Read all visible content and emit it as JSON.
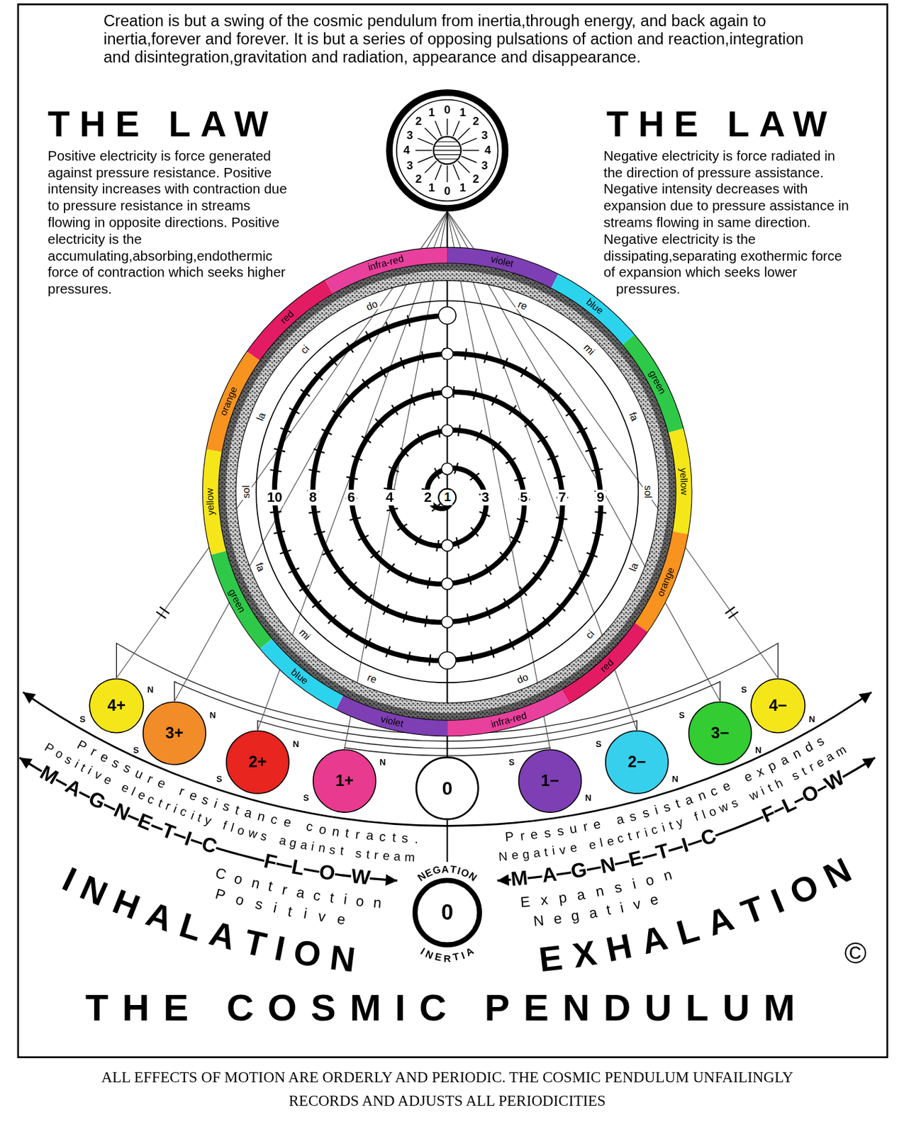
{
  "diagram": {
    "title": "THE COSMIC PENDULUM",
    "caption": "ALL EFFECTS OF MOTION ARE ORDERLY AND PERIODIC. THE COSMIC PENDULUM UNFAILINGLY RECORDS AND ADJUSTS ALL PERIODICITIES",
    "nodes": [
      {
        "text": [
          "4+"
        ]
      },
      {
        "text": [
          "3+"
        ]
      },
      {
        "text": [
          "2+"
        ]
      },
      {
        "text": [
          "1+"
        ]
      },
      {
        "text": [
          "0"
        ]
      },
      {
        "text": [
          "1−"
        ]
      },
      {
        "text": [
          "2−"
        ]
      },
      {
        "text": [
          "3−"
        ]
      },
      {
        "text": [
          "4−"
        ]
      },
      {
        "text": [
          "0"
        ]
      }
    ],
    "labels": [
      "Creation is but a swing of the cosmic pendulum from inertia,through energy, and back again to inertia,forever and forever. It is but a series of opposing pulsations of action and reaction,integration and disintegration,gravitation and radiation, appearance and disappearance.",
      "THE LAW",
      "Positive electricity is force generated against pressure resistance. Positive intensity increases with contraction due to pressure resistance in streams flowing in opposite directions. Positive electricity is the accumulating,absorbing,endothermic force of contraction which seeks higher pressures.",
      "THE LAW",
      "Negative electricity is force radiated in the direction of pressure assistance. Negative intensity decreases with expansion due to pressure assistance in streams flowing in same direction. Negative electricity is the dissipating,separating exothermic force of expansion which seeks lower pressures.",
      "0",
      "1",
      "2",
      "3",
      "4",
      "3",
      "2",
      "1",
      "0",
      "1",
      "2",
      "3",
      "4",
      "3",
      "2",
      "1",
      "infra-red",
      "red",
      "orange",
      "yellow",
      "green",
      "blue",
      "violet",
      "violet",
      "blue",
      "green",
      "yellow",
      "orange",
      "red",
      "infra-red",
      "do",
      "ci",
      "la",
      "sol",
      "fa",
      "mi",
      "re",
      "re",
      "mi",
      "fa",
      "sol",
      "la",
      "ci",
      "do",
      "1",
      "2",
      "3",
      "4",
      "5",
      "6",
      "7",
      "8",
      "9",
      "10",
      "S",
      "N",
      "S",
      "N",
      "S",
      "N",
      "S",
      "N",
      "S",
      "N",
      "S",
      "N",
      "S",
      "N",
      "S",
      "N",
      "Pressure resistance contracts.",
      "Positive electricity flows against stream",
      "MAGNETIC",
      "FLOW",
      "Contraction",
      "Positive",
      "INHALATION",
      "Pressure assistance expands",
      "Negative electricity flows with stream",
      "MAGNETIC",
      "FLOW",
      "Expansion",
      "Negative",
      "EXHALATION",
      "NEGATION",
      "INERTIA",
      "©"
    ]
  }
}
